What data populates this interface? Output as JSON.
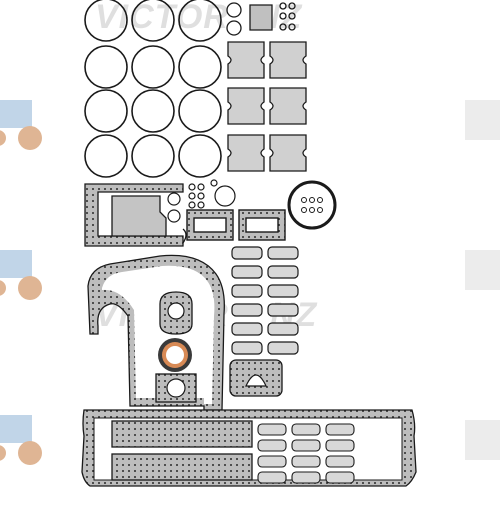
{
  "image": {
    "description_kind": "product-photo",
    "watermark_brand": "VICTOR REINZ",
    "background_color": "#ffffff",
    "gasket_color": "#b7b7b7",
    "outline_color": "#1a1a1a",
    "watermark_color": "#d8d8d8",
    "tractor_color": "#8fb3d6",
    "part_icon_names": [
      "o-ring",
      "valve-cover-gasket",
      "timing-cover-gasket",
      "manifold-gasket",
      "oil-pan-gasket",
      "seal-ring",
      "shaft-seal"
    ]
  }
}
